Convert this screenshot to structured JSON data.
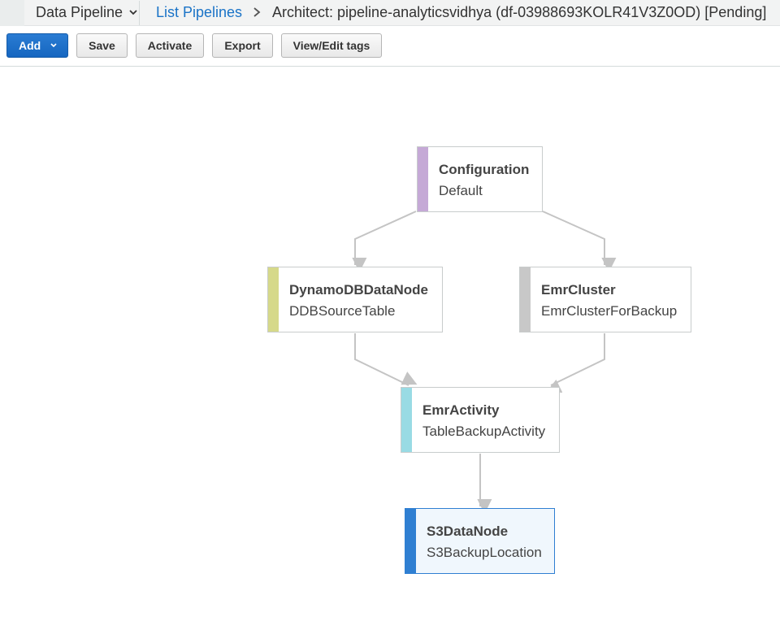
{
  "header": {
    "service": "Data Pipeline",
    "breadcrumb_link": "List Pipelines",
    "current": "Architect: pipeline-analyticsvidhya (df-03988693KOLR41V3Z0OD) [Pending]"
  },
  "toolbar": {
    "add_label": "Add",
    "save_label": "Save",
    "activate_label": "Activate",
    "export_label": "Export",
    "tags_label": "View/Edit tags"
  },
  "colors": {
    "primary": "#1a6fc8",
    "link": "#1a73c7",
    "configuration": "#c5a9d6",
    "dynamodb": "#d6d98a",
    "emrcluster": "#c8c8c8",
    "emractivity": "#99dbe4",
    "s3": "#2f7fd2"
  },
  "nodes": {
    "configuration": {
      "type": "Configuration",
      "name": "Default"
    },
    "dynamodb": {
      "type": "DynamoDBDataNode",
      "name": "DDBSourceTable"
    },
    "emrcluster": {
      "type": "EmrCluster",
      "name": "EmrClusterForBackup"
    },
    "emractivity": {
      "type": "EmrActivity",
      "name": "TableBackupActivity"
    },
    "s3": {
      "type": "S3DataNode",
      "name": "S3BackupLocation"
    }
  }
}
